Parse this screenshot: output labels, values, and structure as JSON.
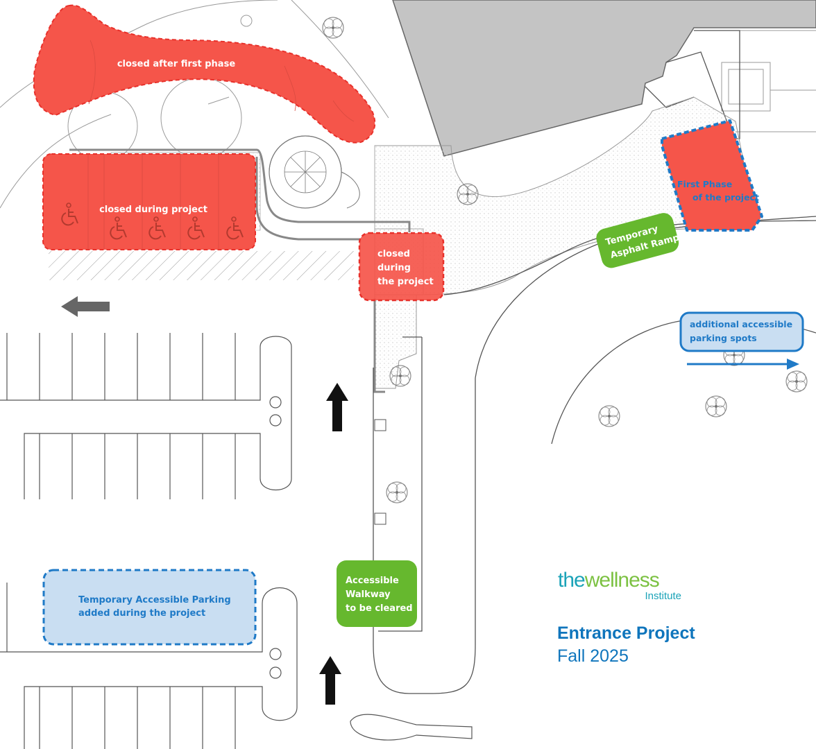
{
  "zones": {
    "closed_after_first_phase": "closed after first phase",
    "closed_during_project_parking": "closed during project",
    "closed_during_project_walkway": [
      "closed",
      "during",
      "the project"
    ],
    "first_phase": [
      "First Phase",
      "of the project"
    ],
    "temporary_accessible_parking": [
      "Temporary Accessible Parking",
      "added during the project"
    ],
    "additional_accessible_parking": [
      "additional accessible",
      "parking spots"
    ]
  },
  "callouts": {
    "temporary_asphalt_ramp": [
      "Temporary",
      "Asphalt Ramp"
    ],
    "accessible_walkway": [
      "Accessible",
      "Walkway",
      "to be cleared"
    ]
  },
  "logo": {
    "the": "the",
    "wellness": "wellness",
    "institute": "Institute"
  },
  "title": {
    "project": "Entrance Project",
    "season": "Fall 2025"
  },
  "colors": {
    "closed_red": "#f5554a",
    "closed_red_border": "#e8302a",
    "phase_blue_border": "#1f7ac7",
    "temp_parking_fill": "#c9def2",
    "callout_green": "#66b82e",
    "building_gray": "#c4c4c4",
    "logo_teal": "#1ba3b8",
    "logo_green": "#7cc142",
    "title_blue": "#0f75bc"
  },
  "icons": [
    "wheelchair-icon",
    "arrow-up-icon",
    "arrow-left-icon",
    "arrow-right-icon",
    "tree-icon"
  ]
}
